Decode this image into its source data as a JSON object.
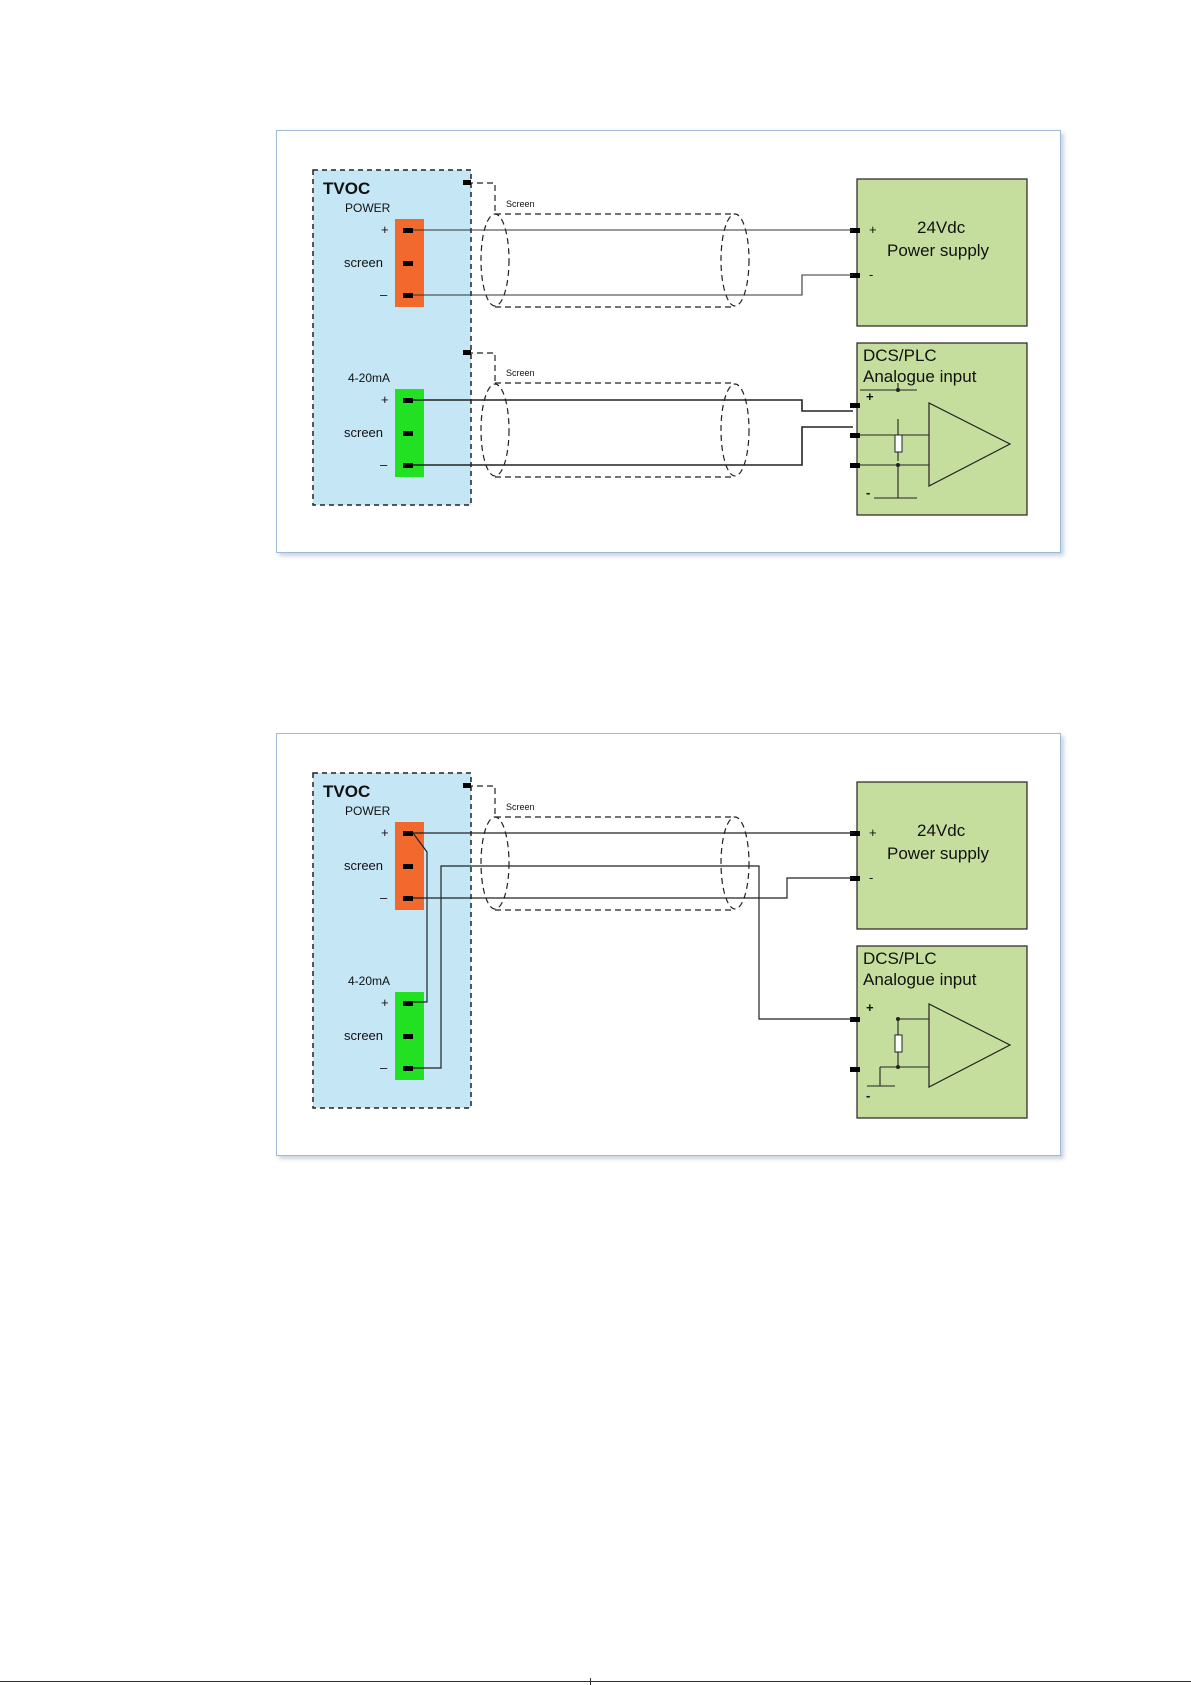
{
  "diagrams": [
    {
      "device": {
        "name": "TVOC",
        "power_label": "POWER",
        "analog_label": "4-20mA",
        "plus": "+",
        "screen": "screen",
        "minus": "–"
      },
      "cable_label": "Screen",
      "power_supply": {
        "line1": "24Vdc",
        "line2": "Power supply",
        "plus": "+",
        "minus": "-"
      },
      "dcs": {
        "line1": "DCS/PLC",
        "line2": "Analogue input",
        "plus": "+",
        "minus": "-"
      }
    },
    {
      "device": {
        "name": "TVOC",
        "power_label": "POWER",
        "analog_label": "4-20mA",
        "plus": "+",
        "screen": "screen",
        "minus": "–"
      },
      "cable_label": "Screen",
      "power_supply": {
        "line1": "24Vdc",
        "line2": "Power supply",
        "plus": "+",
        "minus": "-"
      },
      "dcs": {
        "line1": "DCS/PLC",
        "line2": "Analogue input",
        "plus": "+",
        "minus": "-"
      }
    }
  ],
  "colors": {
    "device_fill": "#c4e6f5",
    "power_terminal": "#f2692d",
    "analog_terminal": "#22e022",
    "module_fill": "#c6de9d"
  }
}
